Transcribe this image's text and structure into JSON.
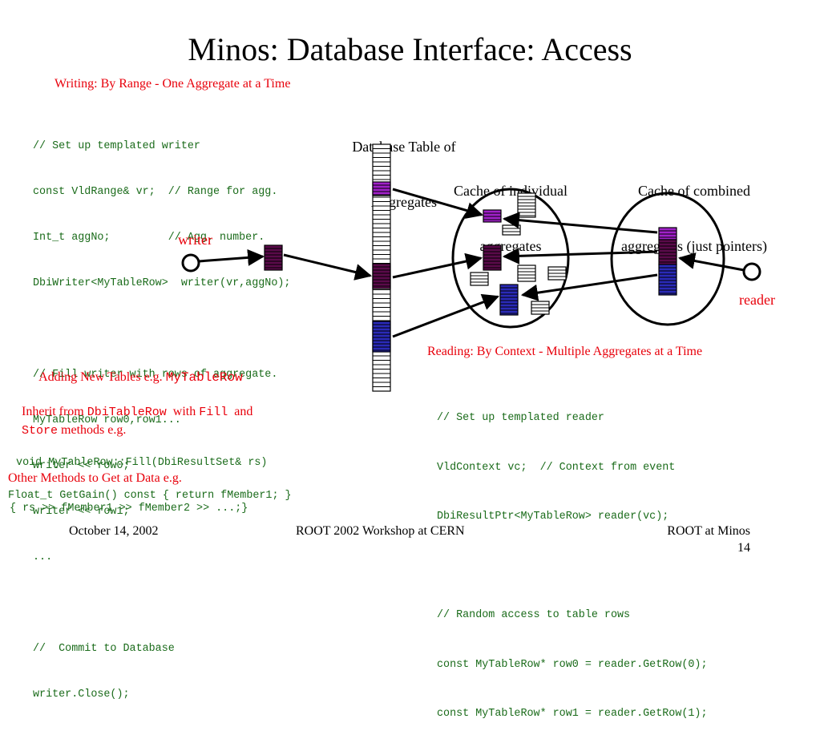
{
  "title": "Minos: Database Interface: Access",
  "writing_heading": "Writing: By Range - One Aggregate at a Time",
  "writer_code": [
    "// Set up templated writer",
    "const VldRange& vr;  // Range for agg.",
    "Int_t aggNo;         // Agg. number.",
    "DbiWriter<MyTableRow>  writer(vr,aggNo);",
    "",
    "// Fill writer with rows of aggregate.",
    "MyTableRow row0,row1...",
    "writer << row0;",
    "writer << row1;",
    "...",
    "",
    "//  Commit to Database",
    "writer.Close();"
  ],
  "writer_label": "writer",
  "db_table_label": [
    "Database Table of",
    "Aggregates"
  ],
  "cache_individual_label": [
    "Cache of individual",
    "aggregates"
  ],
  "cache_combined_label": [
    "Cache of combined",
    "aggregates (just pointers)"
  ],
  "reader_label": "reader",
  "reading_heading": "Reading: By Context - Multiple Aggregates at a Time",
  "reader_code": [
    "// Set up templated reader",
    "VldContext vc;  // Context from event",
    "DbiResultPtr<MyTableRow> reader(vc);",
    "",
    "// Random access to table rows",
    "const MyTableRow* row0 = reader.GetRow(0);",
    "const MyTableRow* row1 = reader.GetRow(1);"
  ],
  "adding_tables": {
    "text": "Adding New Tables e.g. ",
    "code": "MyTableRow"
  },
  "inherit": {
    "t1": "Inherit from ",
    "c1": "DbiTableRow",
    "t2": "  with ",
    "c2": "Fill",
    "t3": "  and",
    "c3": "Store",
    "t4": " methods e.g.",
    "line3": " void MyTableRow::Fill(DbiResultSet& rs)",
    "line4": "{ rs >> fMember1 >> fMember2 >> ...;}"
  },
  "other_methods": {
    "heading": "Other Methods to Get at Data e.g.",
    "code": "Float_t GetGain() const { return fMember1; }"
  },
  "footer": {
    "date": "October 14, 2002",
    "event": "ROOT 2002 Workshop at CERN",
    "project": "ROOT at Minos",
    "page": "14"
  },
  "colors": {
    "red": "#e8000b",
    "code_green": "#1a6b1a",
    "agg_magenta": "#a020c8",
    "agg_dark": "#5a0a4a",
    "agg_blue": "#2a2ab8"
  }
}
